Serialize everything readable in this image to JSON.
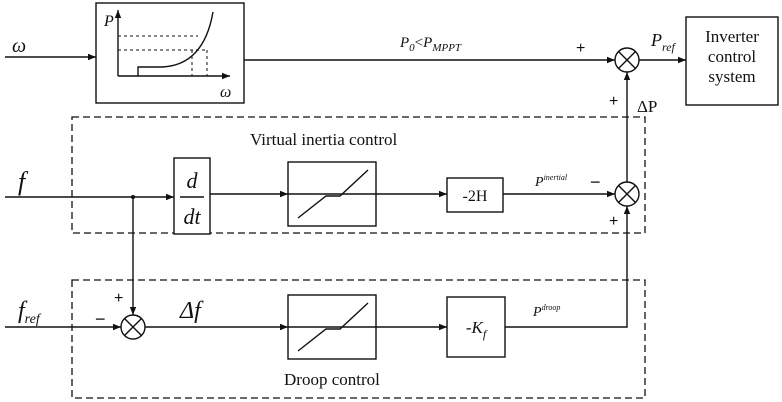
{
  "inputs": {
    "omega": "ω",
    "f": "f",
    "f_ref_main": "f",
    "f_ref_sub": "ref"
  },
  "mppt_curve": {
    "y_axis": "P",
    "x_axis": "ω"
  },
  "signals": {
    "p0_main": "P",
    "p0_sub": "0",
    "p0_op": "<",
    "pmppt_main": "P",
    "pmppt_sub": "MPPT",
    "pref_main": "P",
    "pref_sub": "ref",
    "delta_p": "ΔP",
    "delta_f": "Δf",
    "pinertial_main": "P",
    "pinertial_sup": "inertial",
    "pdroop_main": "P",
    "pdroop_sup": "droop"
  },
  "blocks": {
    "derivative_num": "d",
    "derivative_den": "dt",
    "gain_inertia": "-2H",
    "gain_droop_main": "-K",
    "gain_droop_sub": "f",
    "inverter_line1": "Inverter",
    "inverter_line2": "control",
    "inverter_line3": "system"
  },
  "groups": {
    "virtual_inertia": "Virtual inertia control",
    "droop": "Droop control"
  },
  "signs": {
    "plus": "+",
    "minus": "−"
  }
}
